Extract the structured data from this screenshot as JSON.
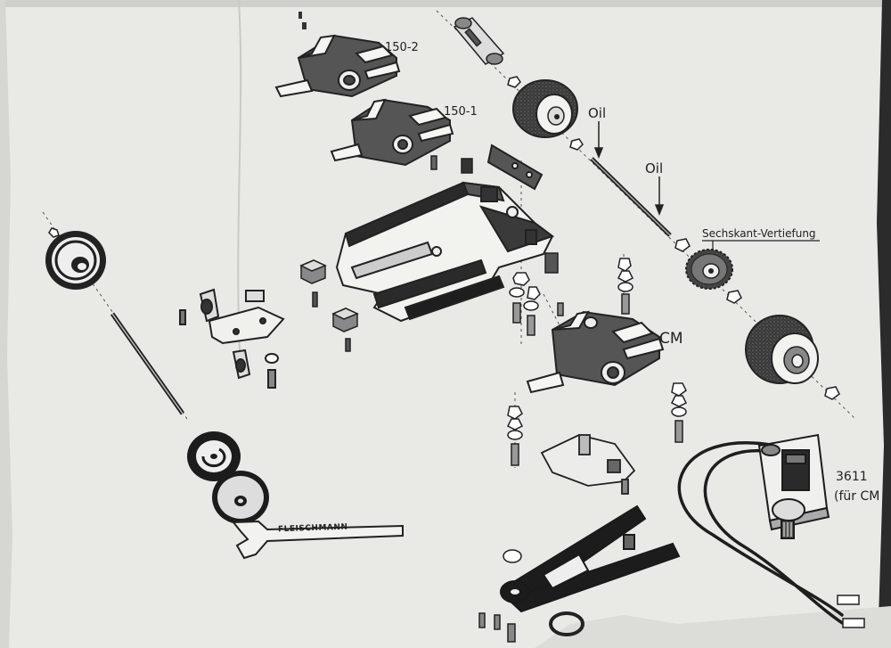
{
  "labels": {
    "part_150_2": "150-2",
    "part_150_1": "150-1",
    "oil_1": "Oil",
    "oil_2": "Oil",
    "hex_recess": "Sechskant-Vertiefung",
    "cm": "CM",
    "motor_number": "3611",
    "motor_note": "(für CM",
    "brand": "FLEISCHMANN"
  },
  "colors": {
    "paper": "#e9e9e6",
    "ink": "#1c1c1c",
    "tire": "#3a3a3a"
  }
}
